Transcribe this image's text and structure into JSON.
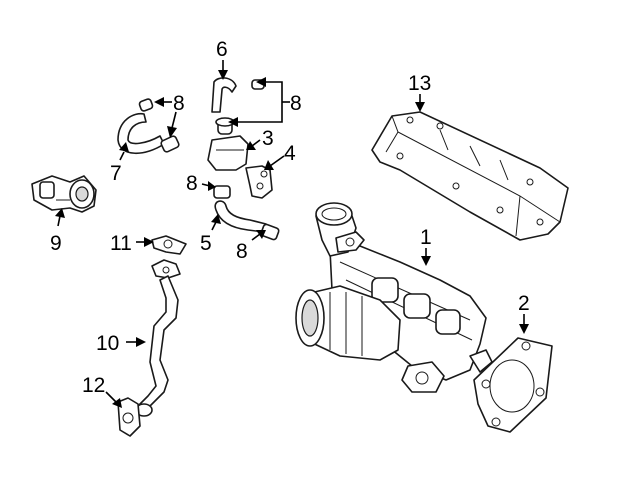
{
  "callouts": {
    "c1": "1",
    "c2": "2",
    "c3": "3",
    "c4": "4",
    "c5": "5",
    "c6": "6",
    "c7": "7",
    "c8_top": "8",
    "c8_left": "8",
    "c8_mid": "8",
    "c8_bottom": "8",
    "c9": "9",
    "c10": "10",
    "c11": "11",
    "c12": "12",
    "c13": "13"
  }
}
